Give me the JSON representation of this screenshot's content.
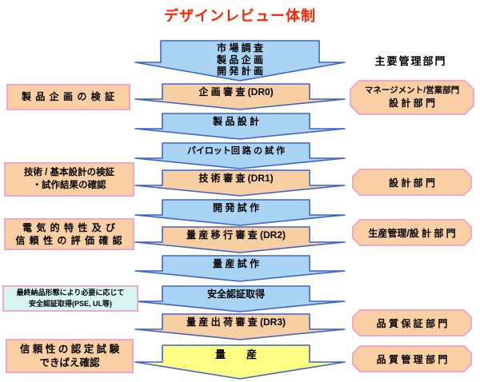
{
  "title": "デザインレビュー体制",
  "right_header": "主要管理部門",
  "flow": {
    "intro": {
      "lines": [
        "市 場 調 査",
        "製 品 企 画",
        "開 発 計 画"
      ]
    },
    "steps": [
      {
        "label": "企 画 審 査 (DR0)",
        "type": "review"
      },
      {
        "label": "製 品 設 計",
        "type": "process"
      },
      {
        "label": "パイロット回 路 の 試 作",
        "type": "process"
      },
      {
        "label": "技 術 審 査 (DR1)",
        "type": "review"
      },
      {
        "label": "開 発 試 作",
        "type": "process"
      },
      {
        "label": "量 産 移 行 審 査 (DR2)",
        "type": "review"
      },
      {
        "label": "量 産 試 作",
        "type": "process"
      },
      {
        "label": "安全認証取得",
        "type": "process"
      },
      {
        "label": "量 産 出 荷 審 査 (DR3)",
        "type": "review"
      },
      {
        "label": "量　　産",
        "type": "production"
      }
    ]
  },
  "left_notes": [
    {
      "lines": [
        "製 品 企 画 の 検 証"
      ]
    },
    {
      "lines": [
        "技術 / 基本設計の検証",
        "・試作結果の確認"
      ]
    },
    {
      "lines": [
        "電 気 的 特 性 及 び",
        "信 頼 性 の 評 価 確 認"
      ]
    },
    {
      "lines": [
        "最終納品形態により必要に応じて",
        "安全認証取得(PSE, UL等)"
      ]
    },
    {
      "lines": [
        "信 頼 性 の 認 定 試 験",
        "できばえ確認"
      ]
    }
  ],
  "right_departments": [
    {
      "lines": [
        "マネージメント/営業部門",
        "設 計 部 門"
      ]
    },
    {
      "lines": [
        "設 計 部 門"
      ]
    },
    {
      "lines": [
        "生産管理/設 計 部 門"
      ]
    },
    {
      "lines": [
        "品 質 保 証 部 門"
      ]
    },
    {
      "lines": [
        "品 質 管 理 部 門"
      ]
    }
  ],
  "colors": {
    "title_red": "#ff2400",
    "arrow_border": "#3f62cf",
    "blue_fill": "#a9d4f3",
    "orange_fill": "#f8cfa2",
    "yellow_fill": "#fdff85",
    "box_fill": "#f9cfa3",
    "box_border": "#f2a6c8",
    "info_fill": "#d7f6f1"
  }
}
